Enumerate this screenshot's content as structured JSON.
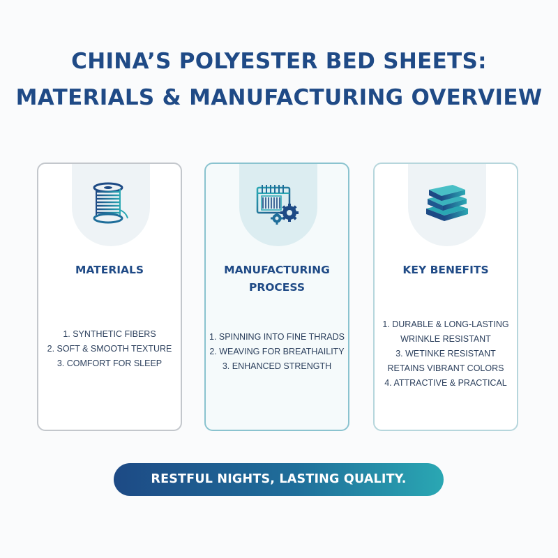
{
  "header": {
    "title_line1": "CHINA’S POLYESTER BED SHEETS:",
    "title_line2": "MATERIALS & MANUFACTURING OVERVIEW"
  },
  "cards": [
    {
      "icon": "thread-spool-icon",
      "title_lines": [
        "MATERIALS"
      ],
      "items": [
        "1. SYNTHETIC FIBERS",
        "2. SOFT & SMOOTH TEXTURE",
        "3. COMFORT FOR SLEEP"
      ]
    },
    {
      "icon": "loom-gears-icon",
      "title_lines": [
        "MANUFACTURING",
        "PROCESS"
      ],
      "items": [
        "1. SPINNING INTO FINE THRADS",
        "2. WEAVING FOR BREATHAILITY",
        "3. ENHANCED STRENGTH"
      ]
    },
    {
      "icon": "folded-sheets-icon",
      "title_lines": [
        "KEY BENEFITS"
      ],
      "items": [
        "1. DURABLE & LONG-LASTING",
        "WRINKLE RESISTANT",
        "3. WETINKE RESISTANT",
        "RETAINS VIBRANT COLORS",
        "4. ATTRACTIVE & PRACTICAL"
      ]
    }
  ],
  "banner": {
    "text": "RESTFUL NIGHTS, LASTING QUALITY."
  },
  "colors": {
    "title": "#1f4a86",
    "text": "#2b3f5c",
    "accent_teal": "#2aa7b3",
    "banner_start": "#1d4a85",
    "banner_end": "#2aa7b3"
  }
}
